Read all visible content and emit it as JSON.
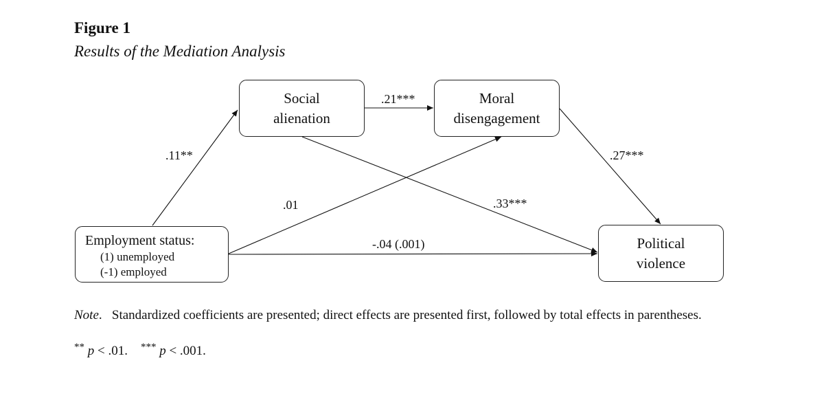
{
  "figure": {
    "number": "Figure 1",
    "title": "Results of the Mediation Analysis"
  },
  "nodes": {
    "employment": {
      "label": "Employment status:",
      "option_1": "(1) unemployed",
      "option_2": "(-1) employed"
    },
    "social": {
      "line1": "Social",
      "line2": "alienation"
    },
    "moral": {
      "line1": "Moral",
      "line2": "disengagement"
    },
    "violence": {
      "line1": "Political",
      "line2": "violence"
    }
  },
  "paths": {
    "emp_to_social": ".11**",
    "social_to_moral": ".21***",
    "moral_to_violence": ".27***",
    "emp_to_moral": ".01",
    "social_to_violence": ".33***",
    "emp_to_violence": "-.04 (.001)"
  },
  "note": {
    "label": "Note",
    "text": "Standardized coefficients are presented; direct effects are presented first, followed by total effects in parentheses.",
    "p1_stars": "**",
    "p1_p": "p",
    "p1_rest": " < .01.",
    "p2_stars": "***",
    "p2_p": "p",
    "p2_rest": " < .001."
  }
}
